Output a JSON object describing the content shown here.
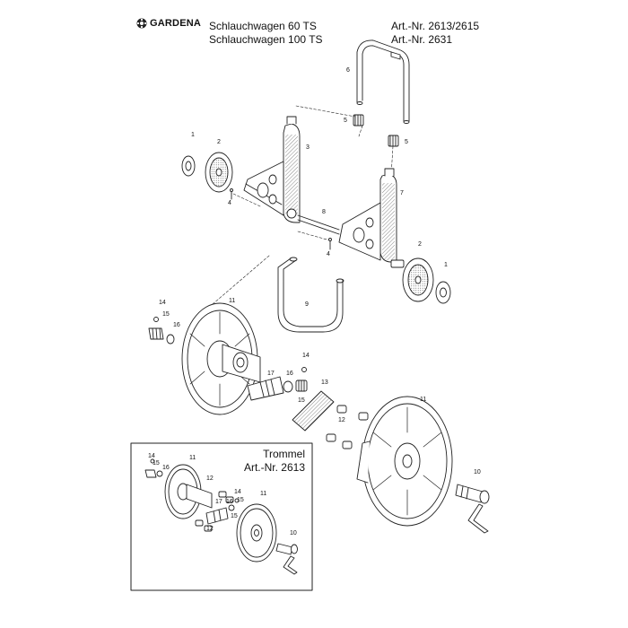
{
  "header": {
    "brand": "GARDENA",
    "model_60": "Schlauchwagen 60 TS",
    "model_100": "Schlauchwagen 100 TS",
    "art_60": "Art.-Nr. 2613/2615",
    "art_100": "Art.-Nr. 2631"
  },
  "inset": {
    "title": "Trommel",
    "art": "Art.-Nr. 2613"
  },
  "callouts": {
    "main": [
      "1",
      "2",
      "3",
      "4",
      "5",
      "5",
      "6",
      "7",
      "8",
      "4",
      "2",
      "1",
      "9",
      "11",
      "14",
      "15",
      "16",
      "17",
      "16",
      "14",
      "15",
      "13",
      "11",
      "12",
      "10"
    ],
    "inset": [
      "14",
      "15",
      "16",
      "11",
      "12",
      "14",
      "15",
      "17",
      "16",
      "15",
      "11",
      "12",
      "10"
    ]
  },
  "colors": {
    "line": "#222222",
    "hatch": "#555555"
  }
}
